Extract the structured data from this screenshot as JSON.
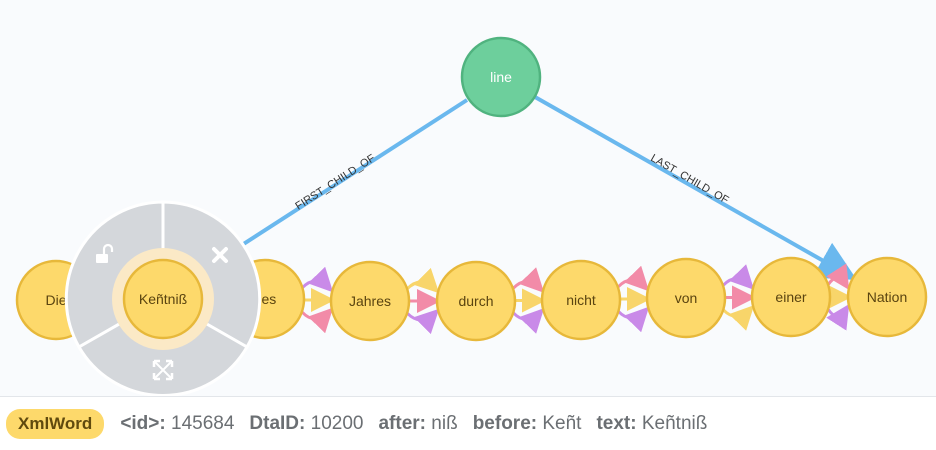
{
  "graph": {
    "line_node": {
      "label": "line",
      "color": "#6dcf9c",
      "stroke": "#50b37f"
    },
    "word_color": "#fdd96b",
    "word_stroke": "#e7b83a",
    "words": [
      "Die",
      "Keñtniß",
      "des",
      "Jahres",
      "durch",
      "nicht",
      "von",
      "einer",
      "Nation"
    ],
    "relationships": {
      "first_child": "FIRST_CHILD_OF",
      "last_child": "LAST_CHILD_OF"
    },
    "rel_colors": {
      "blue": "#6ab8ee",
      "yellow": "#f8d56a",
      "pink": "#f28ba8",
      "purple": "#c98ae8"
    },
    "ring_menu": {
      "lock_icon": "unlock-icon",
      "close_icon": "close-icon",
      "expand_icon": "expand-icon"
    }
  },
  "status": {
    "badge": "XmlWord",
    "props": [
      {
        "key": "<id>:",
        "value": "145684"
      },
      {
        "key": "DtaID:",
        "value": "10200"
      },
      {
        "key": "after:",
        "value": "niß"
      },
      {
        "key": "before:",
        "value": "Keñt"
      },
      {
        "key": "text:",
        "value": "Keñtniß"
      }
    ]
  }
}
